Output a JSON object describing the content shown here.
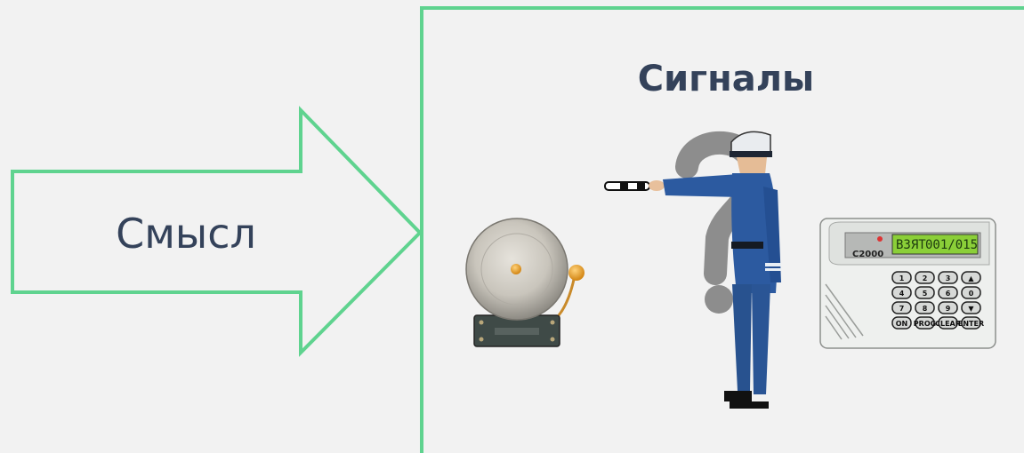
{
  "arrow": {
    "label": "Смысл"
  },
  "panel": {
    "title": "Сигналы"
  },
  "keypad": {
    "brand": "C2000",
    "display_left": "ВЗЯТ",
    "display_right": "001/015",
    "keys": [
      [
        "1",
        "2",
        "3",
        "▲"
      ],
      [
        "4",
        "5",
        "6",
        "0"
      ],
      [
        "7",
        "8",
        "9",
        "▼"
      ],
      [
        "ON",
        "PROG",
        "CLEAR",
        "ENTER"
      ]
    ]
  },
  "colors": {
    "accent": "#5fd38f",
    "text": "#34425a",
    "background": "#f2f2f2"
  },
  "icons": [
    "alarm-bell-icon",
    "traffic-officer-icon",
    "question-mark-icon",
    "security-keypad-icon"
  ]
}
